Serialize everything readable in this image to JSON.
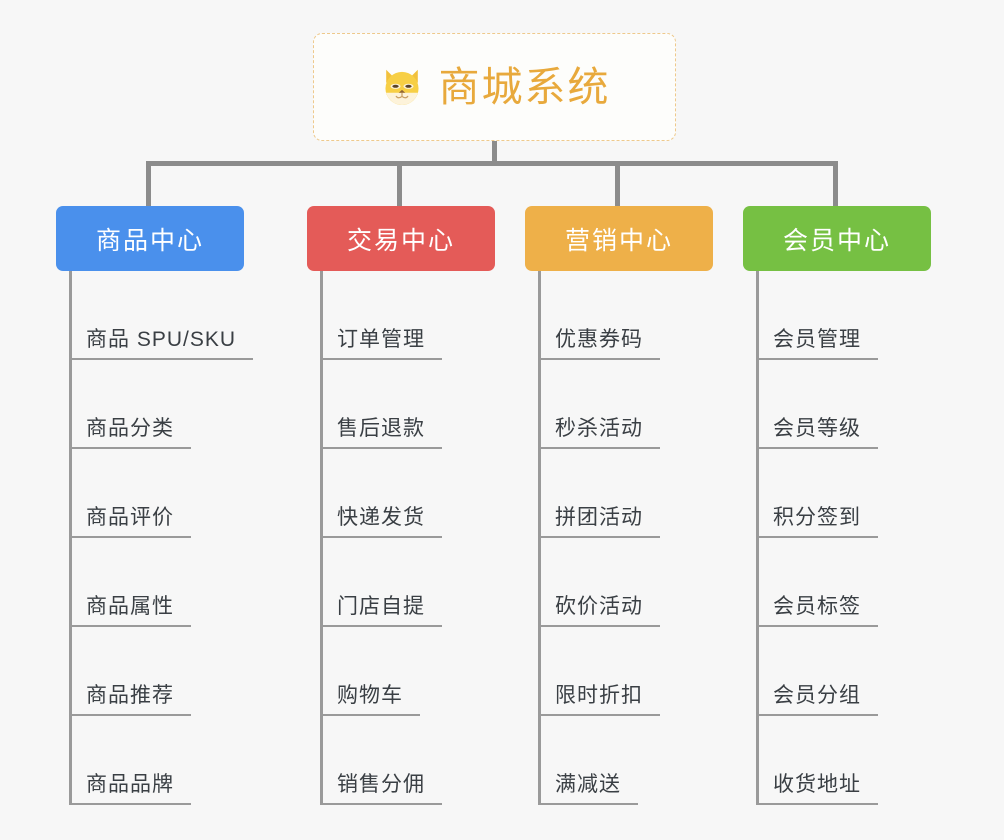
{
  "diagram": {
    "type": "org-chart",
    "background_color": "#f7f7f7",
    "connector_color": "#8c8c8c",
    "root": {
      "title": "商城系统",
      "icon": "shiba-dog-icon",
      "text_color": "#e8a93c",
      "border_color": "#eec98c",
      "background_color": "#fdfdfb"
    },
    "columns": [
      {
        "label": "商品中心",
        "color": "#4a90ec",
        "items": [
          "商品 SPU/SKU",
          "商品分类",
          "商品评价",
          "商品属性",
          "商品推荐",
          "商品品牌"
        ]
      },
      {
        "label": "交易中心",
        "color": "#e45b58",
        "items": [
          "订单管理",
          "售后退款",
          "快递发货",
          "门店自提",
          "购物车",
          "销售分佣"
        ]
      },
      {
        "label": "营销中心",
        "color": "#eeb049",
        "items": [
          "优惠券码",
          "秒杀活动",
          "拼团活动",
          "砍价活动",
          "限时折扣",
          "满减送"
        ]
      },
      {
        "label": "会员中心",
        "color": "#76c043",
        "items": [
          "会员管理",
          "会员等级",
          "积分签到",
          "会员标签",
          "会员分组",
          "收货地址"
        ]
      }
    ]
  }
}
